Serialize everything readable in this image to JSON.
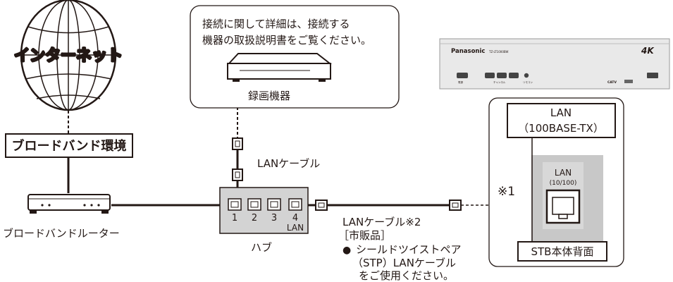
{
  "internet": {
    "label": "インターネット"
  },
  "broadband_env": {
    "label": "ブロードバンド環境"
  },
  "router": {
    "label": "ブロードバンドルーター"
  },
  "recorder_box": {
    "note_line1": "接続に関して詳細は、接続する",
    "note_line2": "機器の取扱説明書をご覧ください。",
    "label": "録画機器"
  },
  "cable_top": {
    "label": "LANケーブル"
  },
  "hub": {
    "label": "ハブ",
    "ports": [
      "1",
      "2",
      "3",
      "4"
    ],
    "port4_sub": "LAN"
  },
  "cable_main": {
    "line1": "LANケーブル※2",
    "line2": "［市販品］",
    "bullet": "●",
    "note1": "シールドツイストペア",
    "note2": "（STP）LANケーブル",
    "note3": "をご使用ください。"
  },
  "stb": {
    "brand": "Panasonic",
    "model": "TZ-LT1000BW",
    "badge_4k": "4K",
    "btn_power": "電源",
    "btn_ch": "チャンネル",
    "btn_remote": "リモコン",
    "catv": "CATV",
    "back_label": "STB本体背面",
    "lan_callout_line1": "LAN",
    "lan_callout_line2": "（100BASE-TX）",
    "port_label": "LAN",
    "port_speed": "(10/100)",
    "footnote": "※1"
  },
  "colors": {
    "line": "#231815",
    "panel": "#c8c8c8",
    "stb_body": "#e9e9e9",
    "port_bg": "#cfcfcf"
  }
}
